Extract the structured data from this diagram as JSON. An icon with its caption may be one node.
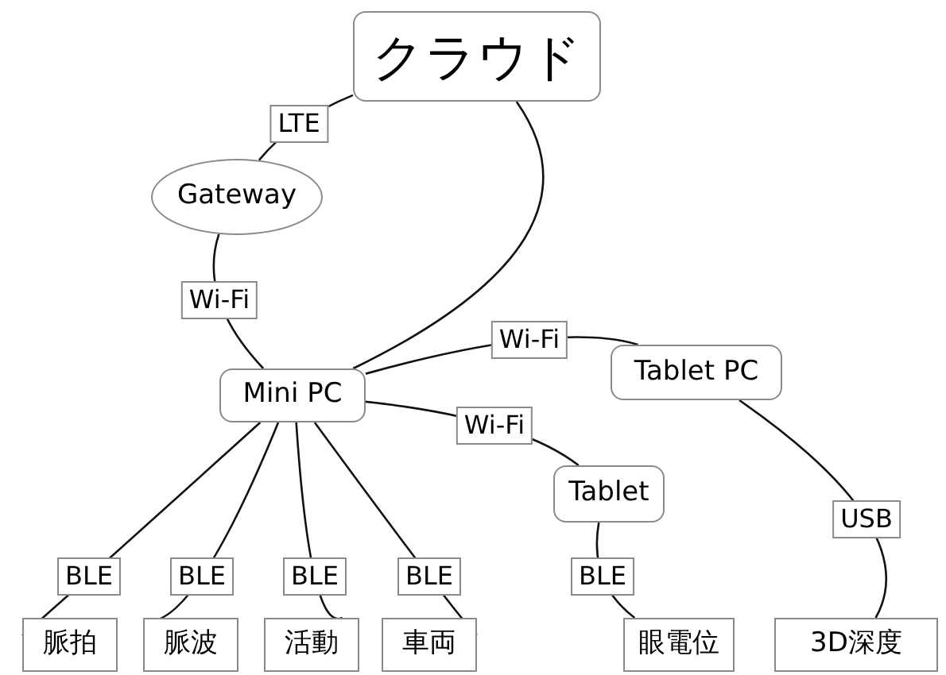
{
  "diagram": {
    "nodes": [
      {
        "text": [
          "クラウド"
        ]
      },
      {
        "text": [
          "Gateway"
        ]
      },
      {
        "text": [
          "Mini PC"
        ]
      },
      {
        "text": [
          "Tablet PC"
        ]
      },
      {
        "text": [
          "Tablet"
        ]
      },
      {
        "text": [
          "脈拍"
        ]
      },
      {
        "text": [
          "脈波"
        ]
      },
      {
        "text": [
          "活動"
        ]
      },
      {
        "text": [
          "車両"
        ]
      },
      {
        "text": [
          "眼電位"
        ]
      },
      {
        "text": [
          "3D深度"
        ]
      }
    ],
    "edges": [
      {
        "from": 0,
        "to": 1,
        "arrow": "none",
        "label": "LTE"
      },
      {
        "from": 1,
        "to": 2,
        "arrow": "none",
        "label": "Wi-Fi"
      },
      {
        "from": 0,
        "to": 2,
        "arrow": "none"
      },
      {
        "from": 2,
        "to": 3,
        "arrow": "none",
        "label": "Wi-Fi"
      },
      {
        "from": 2,
        "to": 4,
        "arrow": "none",
        "label": "Wi-Fi"
      },
      {
        "from": 2,
        "to": 5,
        "arrow": "none",
        "label": "BLE"
      },
      {
        "from": 2,
        "to": 6,
        "arrow": "none",
        "label": "BLE"
      },
      {
        "from": 2,
        "to": 7,
        "arrow": "none",
        "label": "BLE"
      },
      {
        "from": 2,
        "to": 8,
        "arrow": "none",
        "label": "BLE"
      },
      {
        "from": 4,
        "to": 9,
        "arrow": "none",
        "label": "BLE"
      },
      {
        "from": 3,
        "to": 10,
        "arrow": "none",
        "label": "USB"
      }
    ]
  }
}
